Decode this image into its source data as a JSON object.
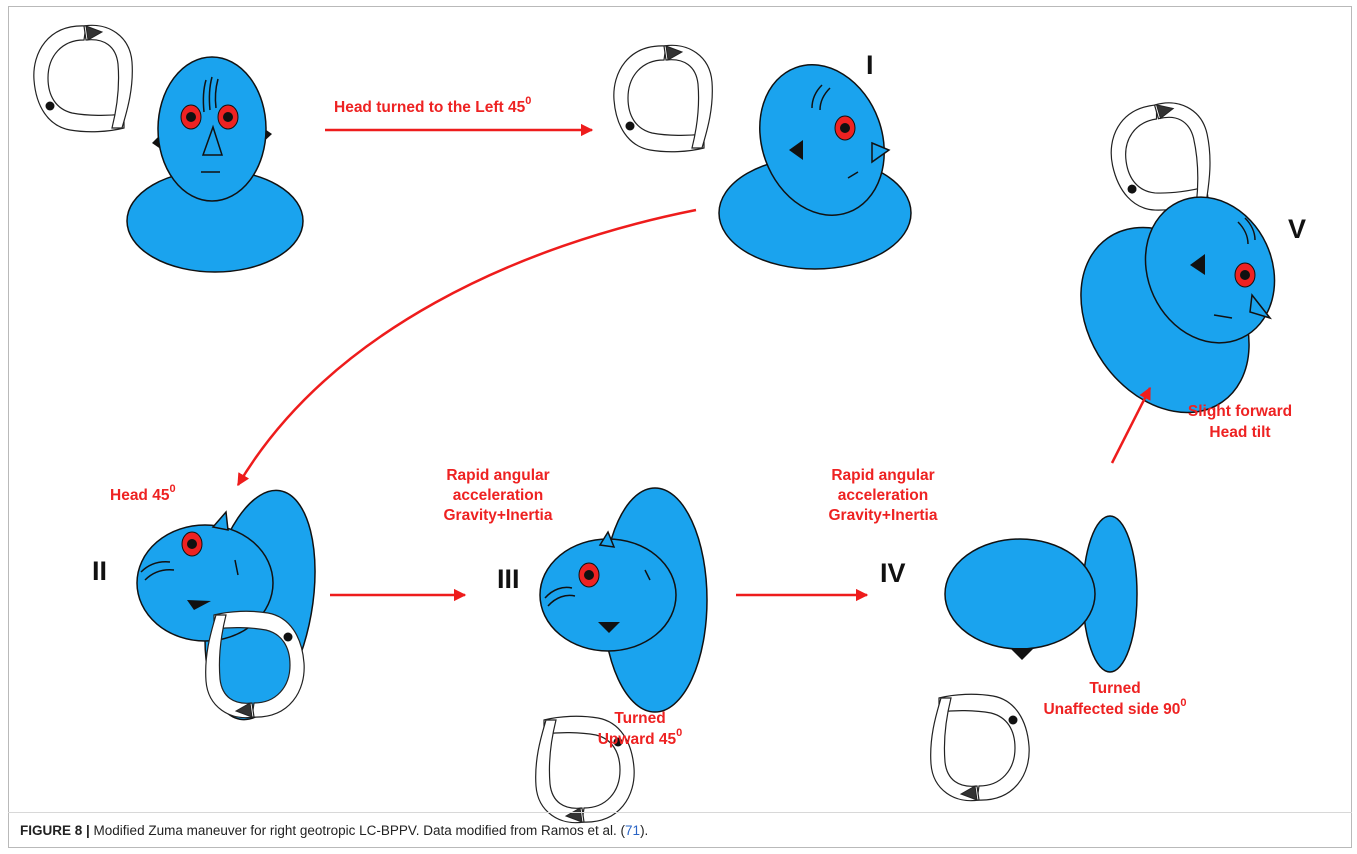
{
  "labels": {
    "arrow_top": "Head turned to the Left 45",
    "arrow_top_sup": "0",
    "head_ii": "Head 45",
    "head_ii_sup": "0",
    "rapid_iii": [
      "Rapid angular",
      "acceleration",
      "Gravity+Inertia"
    ],
    "rapid_iv": [
      "Rapid angular",
      "acceleration",
      "Gravity+Inertia"
    ],
    "turned_iii_1": "Turned",
    "turned_iii_2": "Upward 45",
    "turned_iii_sup": "0",
    "turned_iv_1": "Turned",
    "turned_iv_2": "Unaffected side 90",
    "turned_iv_sup": "0",
    "slight_1": "Slight forward",
    "slight_2": "Head tilt"
  },
  "stages": {
    "i": "I",
    "ii": "II",
    "iii": "III",
    "iv": "IV",
    "v": "V"
  },
  "caption": {
    "figure": "FIGURE 8 |",
    "text": " Modified Zuma maneuver for right geotropic LC-BPPV. Data modified from Ramos et al. (",
    "ref": "71",
    "end": ")."
  },
  "colors": {
    "head": "#1aa3ee",
    "arrow": "#ee1c1c",
    "eye_ring": "#ee2222"
  }
}
